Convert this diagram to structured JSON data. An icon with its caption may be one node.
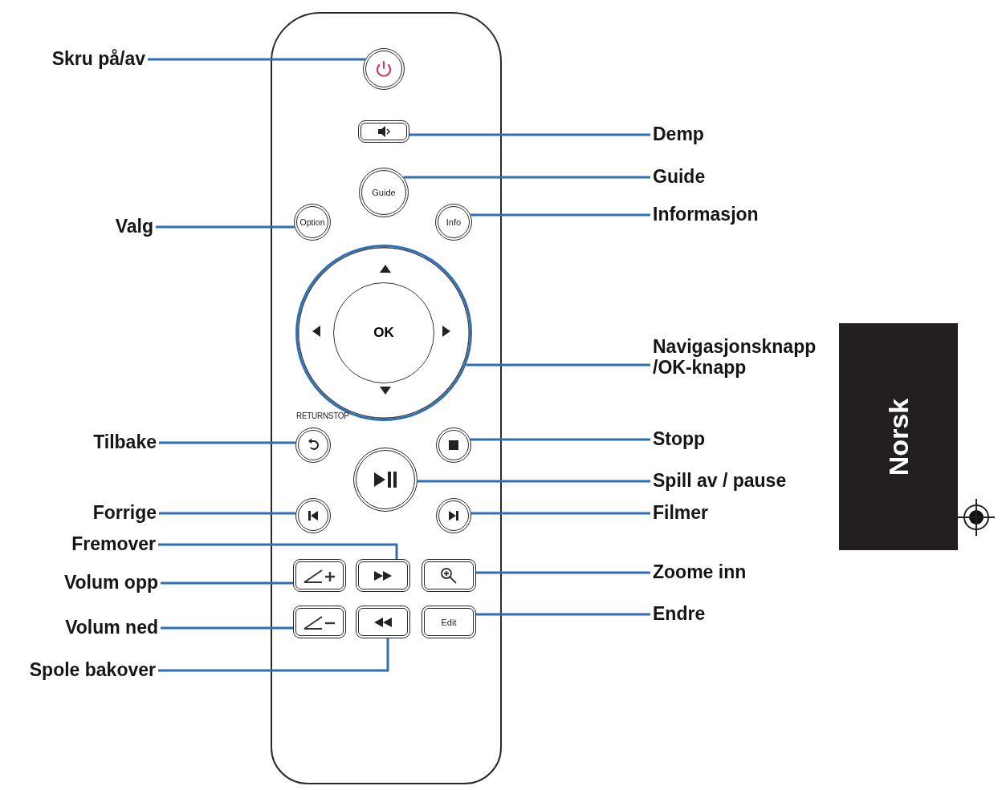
{
  "diagram": {
    "nodes": [
      {
        "text": [
          "Skru på/av"
        ]
      },
      {
        "text": [],
        "shape": "box"
      },
      {
        "text": [],
        "shape": "circle",
        "in": 1
      },
      {
        "text": [],
        "shape": "box",
        "in": 1
      },
      {
        "text": [
          "Guide"
        ],
        "in": 1
      },
      {
        "text": [
          "Option"
        ],
        "in": 1
      },
      {
        "text": [
          "Info"
        ],
        "in": 1
      },
      {
        "text": [],
        "shape": "circle",
        "in": 1
      },
      {
        "text": [
          "OK"
        ],
        "in": 7
      },
      {
        "text": [],
        "shape": "circle",
        "in": 1
      },
      {
        "text": [],
        "shape": "circle",
        "in": 1
      },
      {
        "text": [],
        "shape": "circle",
        "in": 1
      },
      {
        "text": [],
        "shape": "circle",
        "in": 1
      },
      {
        "text": [],
        "shape": "circle",
        "in": 1
      },
      {
        "text": [],
        "shape": "box",
        "in": 1
      },
      {
        "text": [],
        "shape": "box",
        "in": 1
      },
      {
        "text": [],
        "shape": "box",
        "in": 1
      },
      {
        "text": [],
        "shape": "box",
        "in": 1
      },
      {
        "text": [],
        "shape": "box",
        "in": 1
      },
      {
        "text": [
          "Edit"
        ],
        "in": 1
      },
      {
        "text": [
          "Demp"
        ]
      },
      {
        "text": [
          "Guide"
        ]
      },
      {
        "text": [
          "Valg"
        ]
      },
      {
        "text": [
          "Informasjon"
        ]
      },
      {
        "text": [
          "Navigasjonsknapp /OK-knapp"
        ]
      },
      {
        "text": [
          "Tilbake"
        ]
      },
      {
        "text": [
          "Stopp"
        ]
      },
      {
        "text": [
          "Spill av / pause"
        ]
      },
      {
        "text": [
          "Forrige"
        ]
      },
      {
        "text": [
          "Filmer"
        ]
      },
      {
        "text": [
          "Fremover"
        ]
      },
      {
        "text": [
          "Volum opp"
        ]
      },
      {
        "text": [
          "Zoome inn"
        ]
      },
      {
        "text": [
          "Volum ned"
        ]
      },
      {
        "text": [
          "Endre"
        ]
      },
      {
        "text": [
          "Spole bakover"
        ]
      },
      {
        "text": [
          "Norsk"
        ]
      }
    ],
    "edges": [
      {
        "from": 0,
        "to": 2,
        "arrow": "none"
      },
      {
        "from": 20,
        "to": 3,
        "arrow": "none"
      },
      {
        "from": 21,
        "to": 4,
        "arrow": "none"
      },
      {
        "from": 22,
        "to": 5,
        "arrow": "none"
      },
      {
        "from": 23,
        "to": 6,
        "arrow": "none"
      },
      {
        "from": 24,
        "to": 7,
        "arrow": "none"
      },
      {
        "from": 25,
        "to": 9,
        "arrow": "none"
      },
      {
        "from": 26,
        "to": 10,
        "arrow": "none"
      },
      {
        "from": 27,
        "to": 11,
        "arrow": "none"
      },
      {
        "from": 28,
        "to": 12,
        "arrow": "none"
      },
      {
        "from": 29,
        "to": 13,
        "arrow": "none"
      },
      {
        "from": 30,
        "to": 15,
        "arrow": "none"
      },
      {
        "from": 31,
        "to": 14,
        "arrow": "none"
      },
      {
        "from": 32,
        "to": 16,
        "arrow": "none"
      },
      {
        "from": 33,
        "to": 17,
        "arrow": "none"
      },
      {
        "from": 34,
        "to": 19,
        "arrow": "none"
      },
      {
        "from": 35,
        "to": 18,
        "arrow": "none"
      }
    ],
    "labels": [
      "RETURNSTOP"
    ]
  }
}
